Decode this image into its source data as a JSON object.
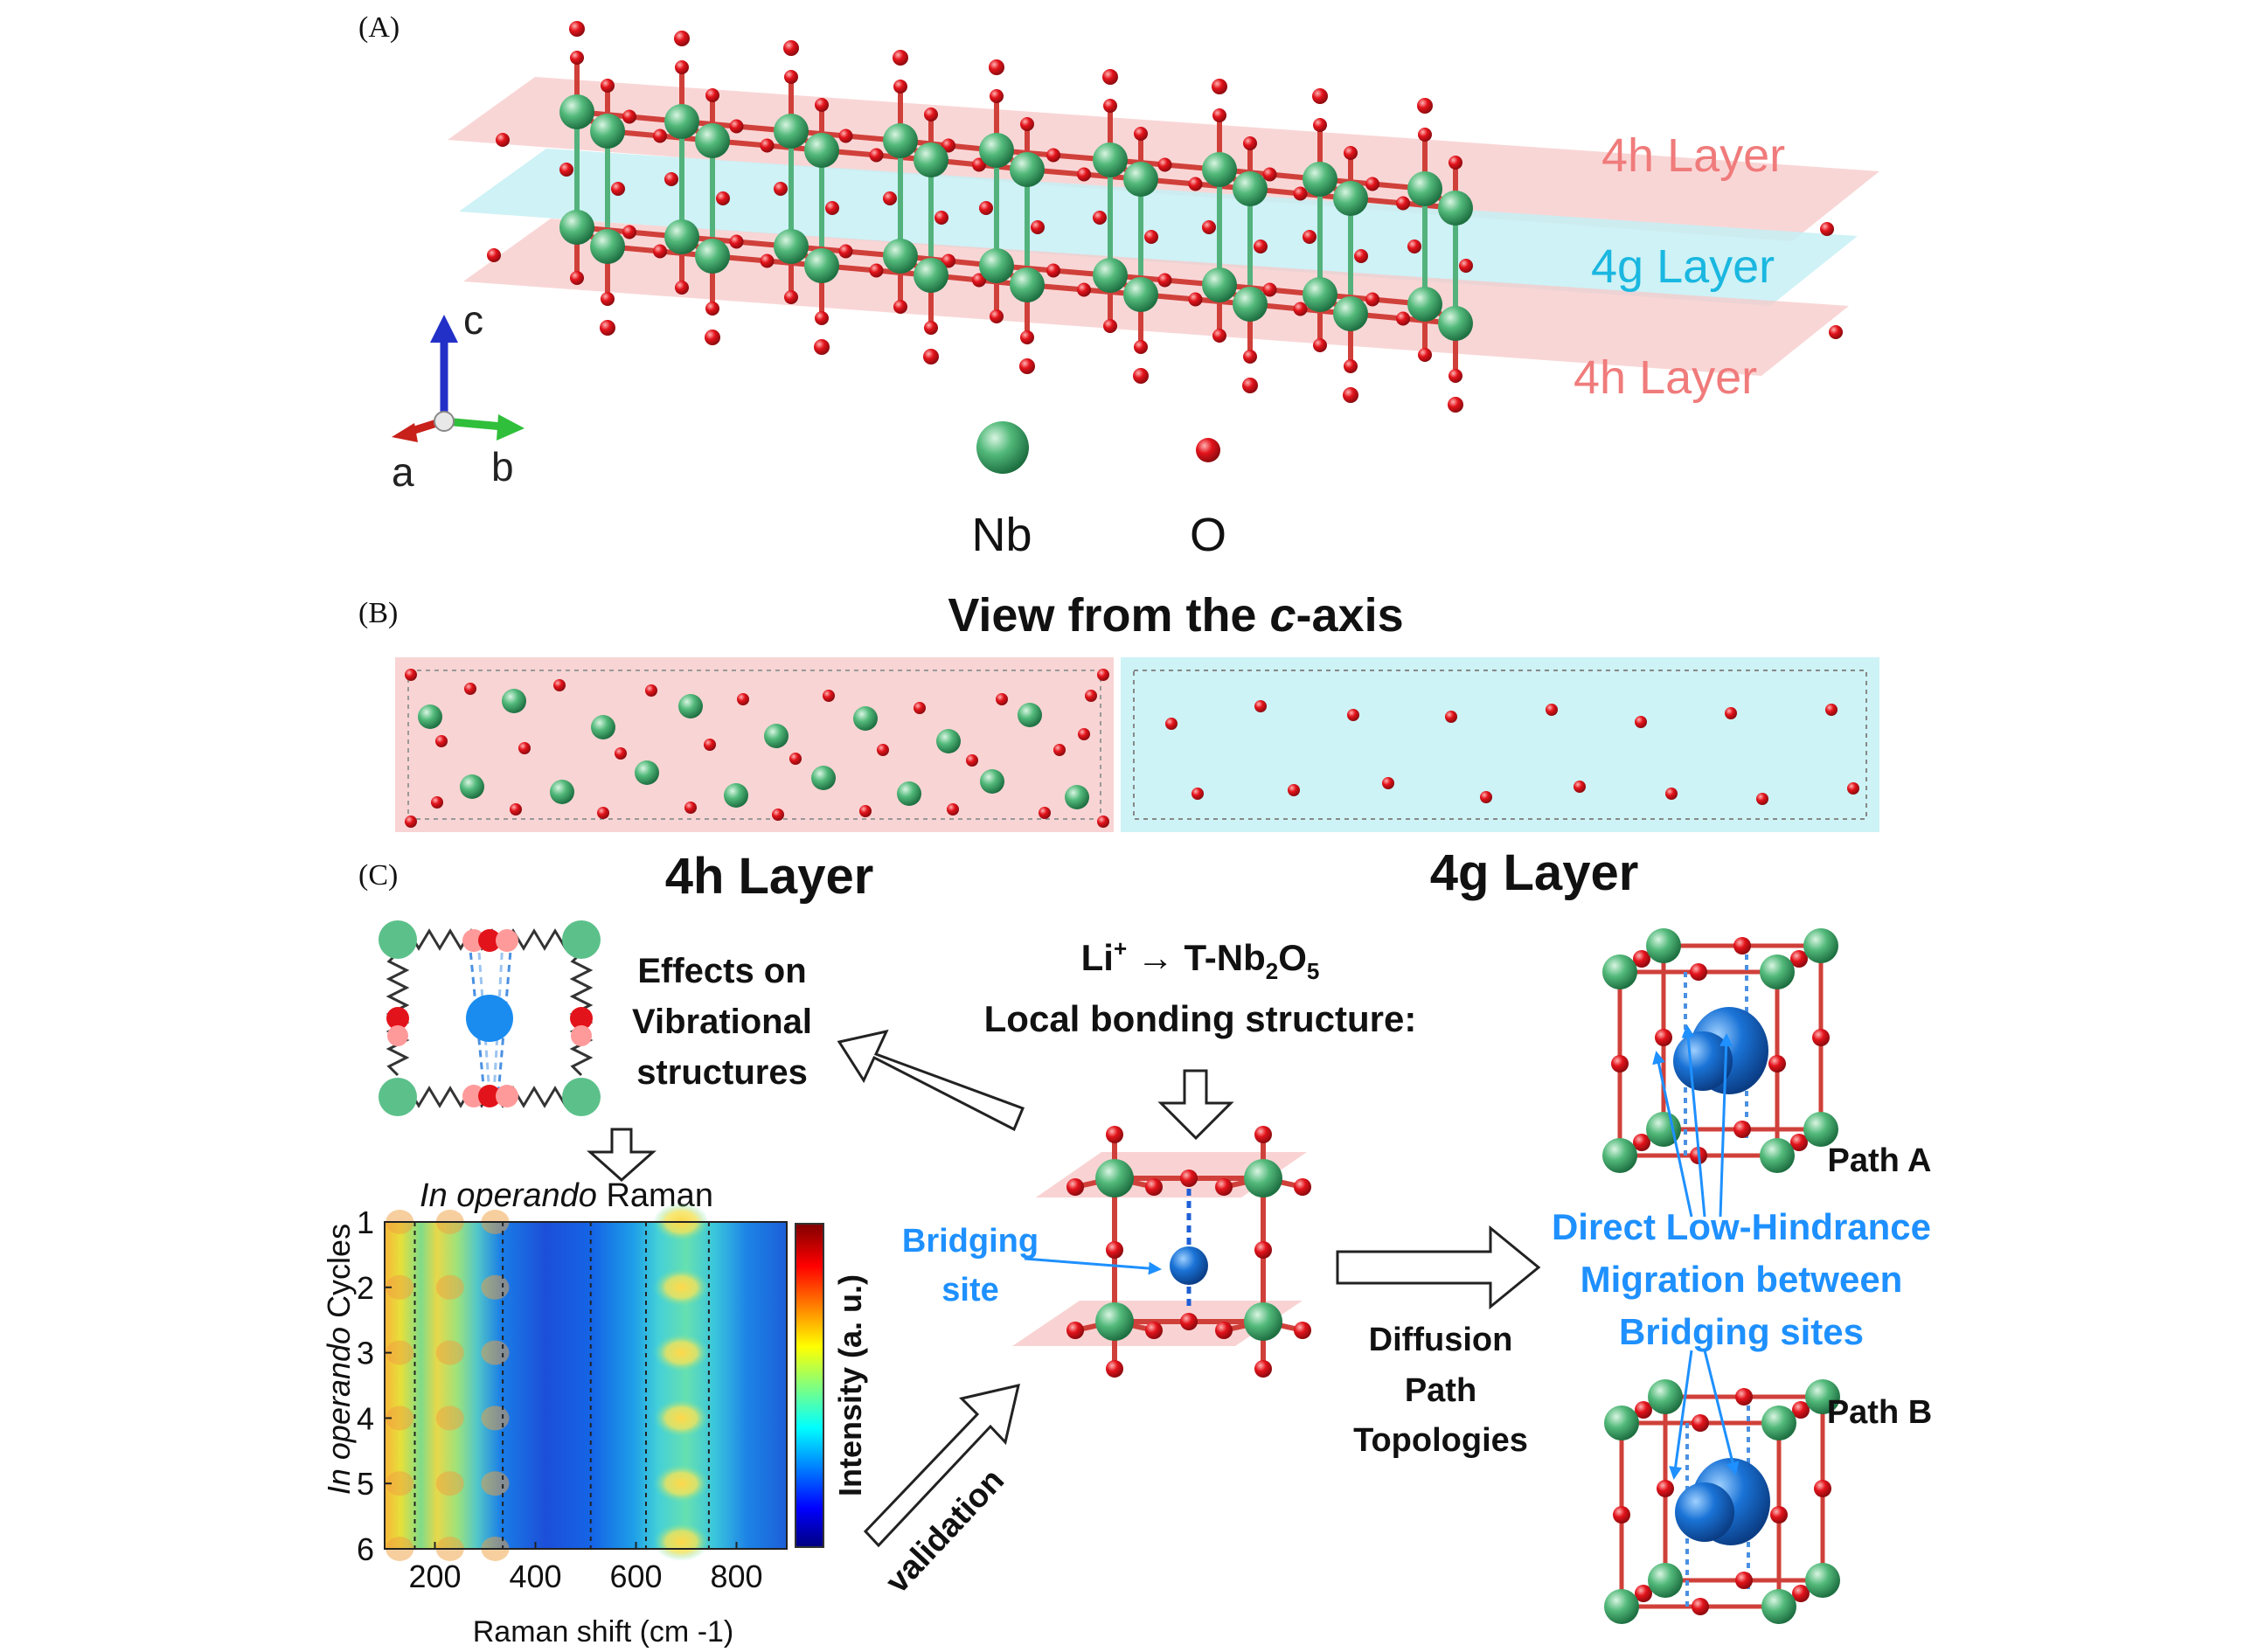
{
  "panels": {
    "a": {
      "letter": "(A)"
    },
    "b": {
      "letter": "(B)"
    },
    "c": {
      "letter": "(C)"
    }
  },
  "panel_a": {
    "layer_top": "4h Layer",
    "layer_mid": "4g Layer",
    "layer_bot": "4h Layer",
    "axes": {
      "c": "c",
      "a": "a",
      "b": "b"
    },
    "legend": {
      "nb": "Nb",
      "o": "O"
    }
  },
  "panel_b": {
    "title_pre": "View from the ",
    "title_italic": "c",
    "title_post": "-axis",
    "left_label": "4h Layer",
    "right_label": "4g Layer"
  },
  "panel_c": {
    "vib_line1": "Effects on",
    "vib_line2": "Vibrational",
    "vib_line3": "structures",
    "li_line1_pre": "Li",
    "li_line1_sup": "+",
    "li_line1_arrow": " → T-Nb",
    "li_line1_sub2": "2",
    "li_line1_o": "O",
    "li_line1_sub5": "5",
    "li_line2": "Local bonding structure:",
    "bridging1": "Bridging",
    "bridging2": "site",
    "diff1": "Diffusion",
    "diff2": "Path",
    "diff3": "Topologies",
    "path_a": "Path A",
    "path_b": "Path B",
    "direct1": "Direct Low-Hindrance",
    "direct2": "Migration between",
    "direct3": "Bridging sites",
    "validation": "validation"
  },
  "colors": {
    "nb_green": "#3aa86a",
    "o_red": "#e3131b",
    "li_blue": "#1a73d6",
    "pink_layer": "#f7c8c8",
    "cyan_layer": "#c5f0f5",
    "label_red": "#f07b7b",
    "label_cyan": "#1ab7e0",
    "blue_text": "#1e90ff"
  },
  "chart_data": {
    "type": "heatmap",
    "title_italic": "In operando",
    "title_rest": " Raman",
    "xlabel": "Raman shift (cm -1)",
    "ylabel_italic": "In operando",
    "ylabel_rest": " Cycles",
    "colorbar_label": "Intensity (a. u.)",
    "xlim": [
      100,
      900
    ],
    "ylim": [
      1,
      6
    ],
    "x_ticks": [
      200,
      400,
      600,
      800
    ],
    "y_ticks": [
      1,
      2,
      3,
      4,
      5,
      6
    ],
    "dashed_lines_x": [
      160,
      335,
      510,
      620,
      745
    ],
    "hot_band_x": 690,
    "warm_bands_x": [
      130,
      230,
      320
    ],
    "peak_cycles": [
      1,
      2,
      3,
      4,
      5,
      6
    ]
  }
}
